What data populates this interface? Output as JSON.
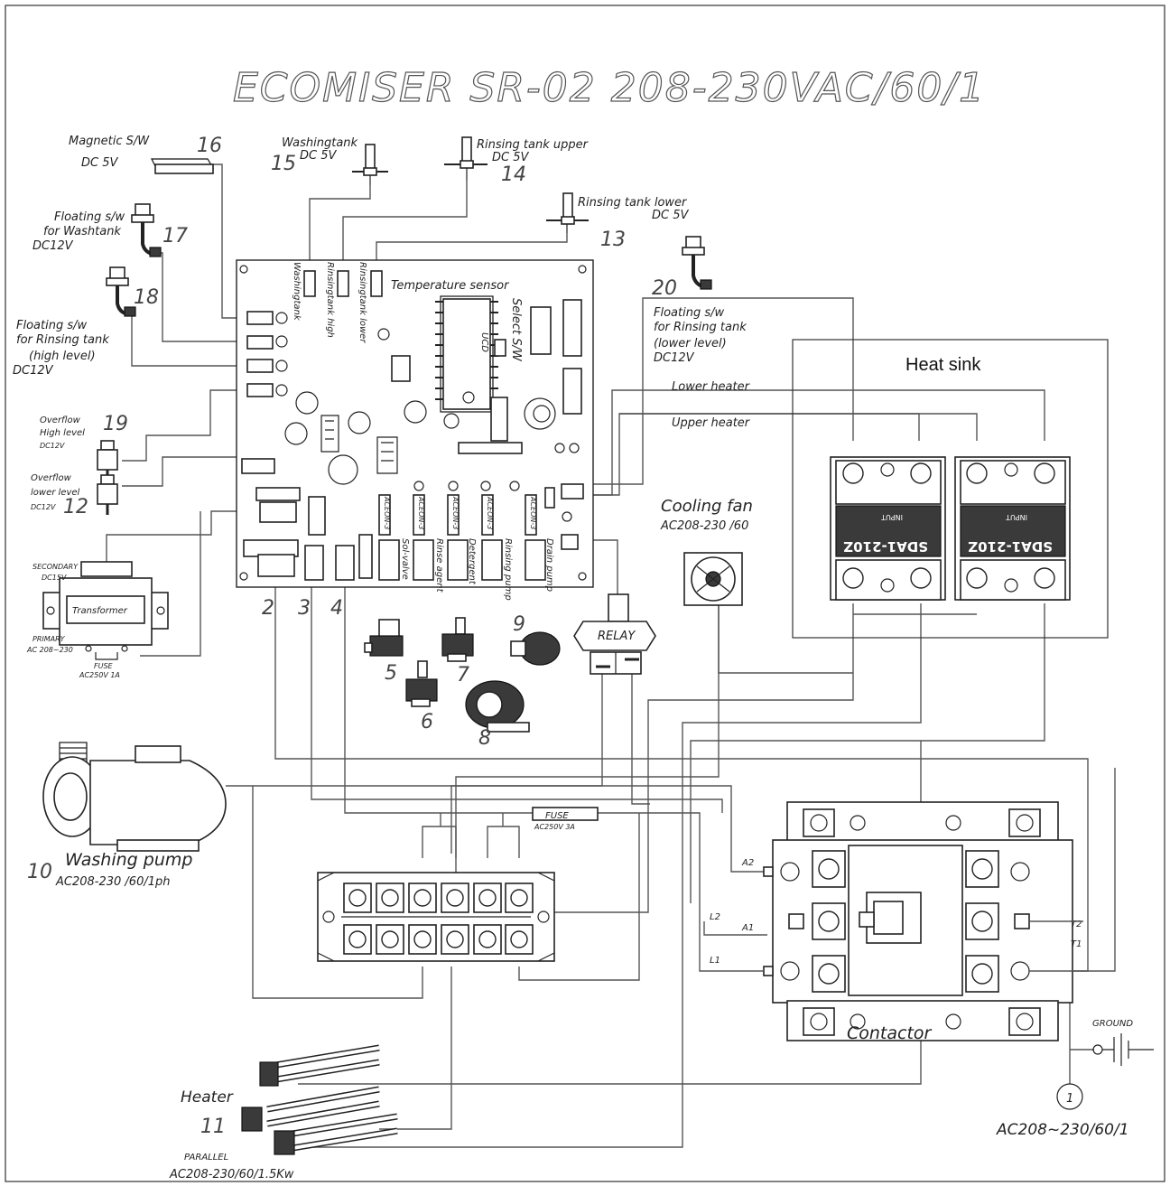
{
  "title": "ECOMISER SR-02  208-230VAC/60/1",
  "components": {
    "magnetic_sw": {
      "label": "Magnetic S/W",
      "spec": "DC 5V",
      "num": "16"
    },
    "washingtank": {
      "label": "Washingtank",
      "spec": "DC 5V",
      "num": "15"
    },
    "rinsing_upper": {
      "label": "Rinsing tank upper",
      "spec": "DC 5V",
      "num": "14"
    },
    "rinsing_lower": {
      "label": "Rinsing tank lower",
      "spec": "DC 5V",
      "num": "13"
    },
    "float_wash": {
      "line1": "Floating s/w",
      "line2": "for Washtank",
      "spec": "DC12V",
      "num": "17"
    },
    "float_rinse_high": {
      "line1": "Floating s/w",
      "line2": "for Rinsing tank",
      "line3": "(high level)",
      "spec": "DC12V",
      "num": "18"
    },
    "float_rinse_lower": {
      "line1": "Floating s/w",
      "line2": "for Rinsing tank",
      "line3": "(lower level)",
      "spec": "DC12V",
      "num": "20"
    },
    "overflow_high": {
      "line1": "Overflow",
      "line2": "High level",
      "spec": "DC12V",
      "num": "19"
    },
    "overflow_lower": {
      "line1": "Overflow",
      "line2": "lower level",
      "spec": "DC12V",
      "num": "12"
    },
    "transformer": {
      "label": "Transformer",
      "secondary": "SECONDARY",
      "secondary_spec": "DC15V",
      "primary": "PRIMARY",
      "primary_spec": "AC 208~230",
      "fuse": "FUSE",
      "fuse_spec": "AC250V 1A"
    },
    "heat_sink": {
      "label": "Heat sink"
    },
    "ssr": {
      "model": "SDA1-210Z",
      "input": "INPUT"
    },
    "cooling_fan": {
      "label": "Cooling fan",
      "spec": "AC208-230 /60"
    },
    "relay": {
      "label": "RELAY"
    },
    "washing_pump": {
      "label": "Washing pump",
      "spec": "AC208-230 /60/1ph",
      "num": "10"
    },
    "heater": {
      "label": "Heater",
      "num": "11",
      "mode": "PARALLEL",
      "spec": "AC208-230/60/1.5Kw"
    },
    "contactor": {
      "label": "Contactor",
      "terminals": [
        "A2",
        "A1",
        "L2",
        "L1",
        "T2",
        "T1"
      ]
    },
    "fuse_main": {
      "label": "FUSE",
      "spec": "AC250V 3A"
    },
    "ground": {
      "label": "GROUND"
    },
    "supply": {
      "num": "1",
      "spec": "AC208~230/60/1"
    }
  },
  "board": {
    "temp_sensor": "Temperature sensor",
    "ucd": "UCD",
    "select_sw": "Select S/W",
    "conn_labels": [
      "Washingtank",
      "Rinsingtank high",
      "Rinsingtank lower"
    ],
    "outputs": [
      "Sol-valve",
      "Rinse agent",
      "Detergent",
      "Rinsing pump",
      "Drain pump"
    ],
    "output_chip": "ACEON-3",
    "lower_heater": "Lower heater",
    "upper_heater": "Upper heater"
  },
  "numbers": {
    "n2": "2",
    "n3": "3",
    "n4": "4",
    "n5": "5",
    "n6": "6",
    "n7": "7",
    "n8": "8",
    "n9": "9"
  }
}
